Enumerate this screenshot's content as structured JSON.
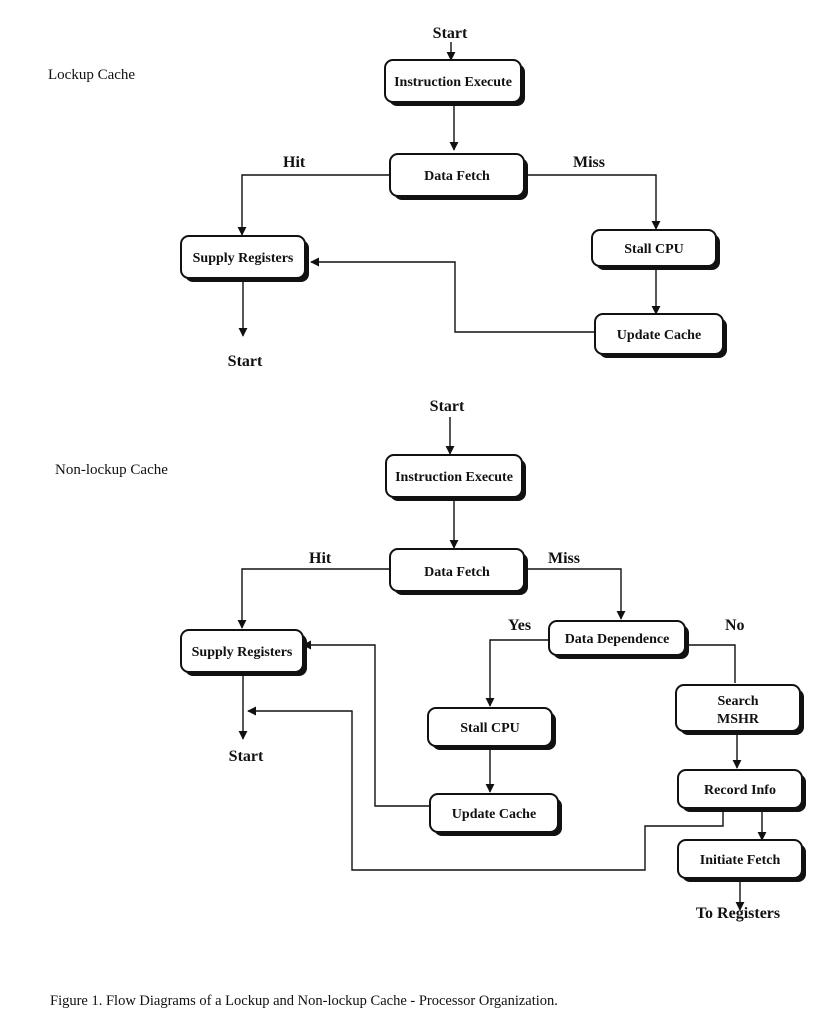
{
  "lockup": {
    "section_label": "Lockup Cache",
    "start_top": "Start",
    "start_bottom": "Start",
    "nodes": {
      "instruction_execute": "Instruction Execute",
      "data_fetch": "Data Fetch",
      "supply_registers": "Supply Registers",
      "stall_cpu": "Stall CPU",
      "update_cache": "Update Cache"
    },
    "labels": {
      "hit": "Hit",
      "miss": "Miss"
    }
  },
  "nonlockup": {
    "section_label": "Non-lockup Cache",
    "start_top": "Start",
    "start_bottom": "Start",
    "nodes": {
      "instruction_execute": "Instruction Execute",
      "data_fetch": "Data Fetch",
      "supply_registers": "Supply Registers",
      "data_dependence": "Data Dependence",
      "stall_cpu": "Stall CPU",
      "update_cache": "Update Cache",
      "search_mshr_line1": "Search",
      "search_mshr_line2": "MSHR",
      "record_info": "Record Info",
      "initiate_fetch": "Initiate Fetch"
    },
    "labels": {
      "hit": "Hit",
      "miss": "Miss",
      "yes": "Yes",
      "no": "No"
    },
    "to_registers": "To Registers"
  },
  "caption": "Figure 1.  Flow Diagrams of a Lockup and Non-lockup Cache - Processor Organization."
}
